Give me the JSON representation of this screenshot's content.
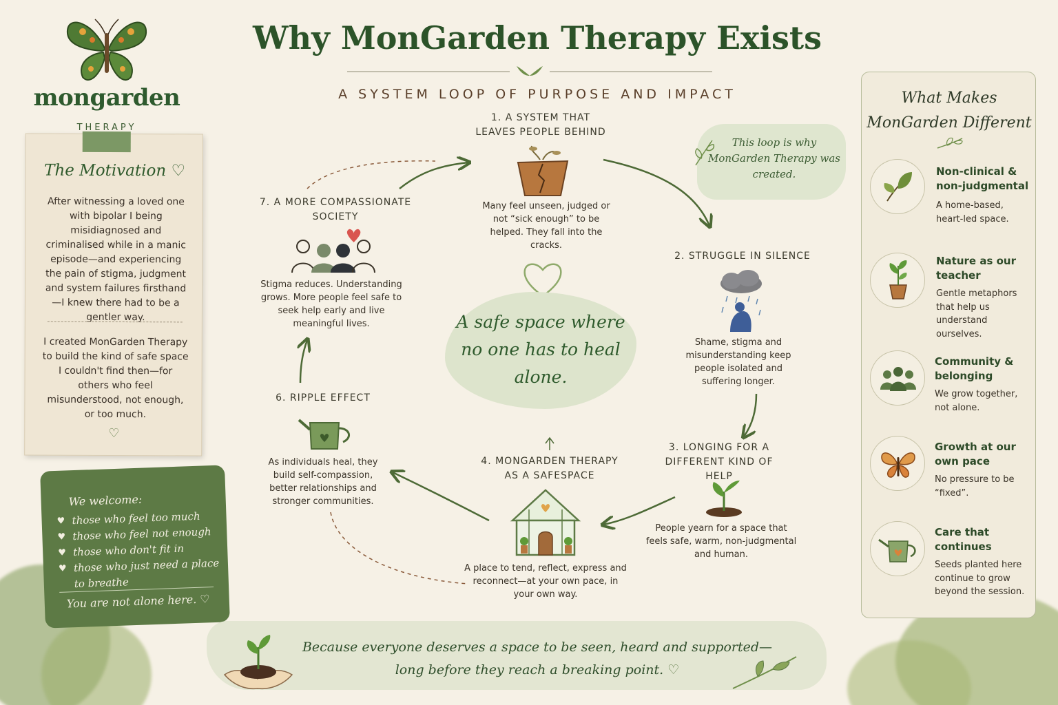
{
  "brand": {
    "name": "mongarden",
    "tagline": "THERAPY"
  },
  "header": {
    "title": "Why MonGarden Therapy Exists",
    "subtitle": "A SYSTEM LOOP OF PURPOSE AND IMPACT"
  },
  "motivation": {
    "title": "The Motivation",
    "paragraph1": "After witnessing a loved one with bipolar I being misidiagnosed and criminalised while in a manic episode—and experiencing the pain of stigma, judgment and system failures firsthand—I knew there had to be a gentler way.",
    "paragraph2": "I created MonGarden Therapy to build the kind of safe space I couldn't find then—for others who feel misunderstood, not enough, or too much."
  },
  "welcome": {
    "heading": "We welcome:",
    "items": [
      "those who feel too much",
      "those who feel not enough",
      "those who don't fit in",
      "those who just need a place to breathe"
    ],
    "footer": "You are not alone here. ♡"
  },
  "loop": {
    "steps": [
      {
        "title": "1. A SYSTEM THAT LEAVES PEOPLE BEHIND",
        "description": "Many feel unseen, judged or not “sick enough” to be helped. They fall into the cracks.",
        "icon": "broken-plant-pot-icon"
      },
      {
        "title": "2. STRUGGLE IN SILENCE",
        "description": "Shame, stigma and misunderstanding keep people isolated and suffering longer.",
        "icon": "rain-cloud-person-icon"
      },
      {
        "title": "3. LONGING FOR A DIFFERENT KIND OF HELP",
        "description": "People yearn for a space that feels safe, warm, non-judgmental and human.",
        "icon": "sprout-icon"
      },
      {
        "title": "4. MONGARDEN THERAPY AS A SAFESPACE",
        "description": "A place to tend, reflect, express and reconnect—at your own pace, in your own way.",
        "icon": "greenhouse-icon"
      },
      {
        "title": "6. RIPPLE EFFECT",
        "description": "As individuals heal, they build self-compassion, better relationships and stronger communities.",
        "icon": "watering-can-icon"
      },
      {
        "title": "7. A MORE COMPASSIONATE SOCIETY",
        "description": "Stigma reduces. Understanding grows. More people feel safe to seek help early and live meaningful lives.",
        "icon": "people-heart-icon"
      }
    ],
    "callout": "This loop is why MonGarden Therapy was created.",
    "center": "A safe space where no one has to heal alone."
  },
  "differences": {
    "title": "What Makes MonGarden Different",
    "items": [
      {
        "title": "Non-clinical & non-judgmental",
        "description": "A home-based, heart-led space.",
        "icon": "leaf-icon"
      },
      {
        "title": "Nature as our teacher",
        "description": "Gentle metaphors that help us understand ourselves.",
        "icon": "potted-plant-icon"
      },
      {
        "title": "Community & belonging",
        "description": "We grow together, not alone.",
        "icon": "community-icon"
      },
      {
        "title": "Growth at our own pace",
        "description": "No pressure to be “fixed”.",
        "icon": "butterfly-icon"
      },
      {
        "title": "Care that continues",
        "description": "Seeds planted here continue to grow beyond the session.",
        "icon": "watering-can-icon"
      }
    ]
  },
  "banner": {
    "line1": "Because everyone deserves a space to be seen, heard and supported—",
    "line2": "long before they reach a breaking point."
  },
  "colors": {
    "primary_green": "#2c5329",
    "accent_olive": "#5d7a45",
    "background": "#f6f1e6",
    "heart_red": "#d9554f"
  }
}
